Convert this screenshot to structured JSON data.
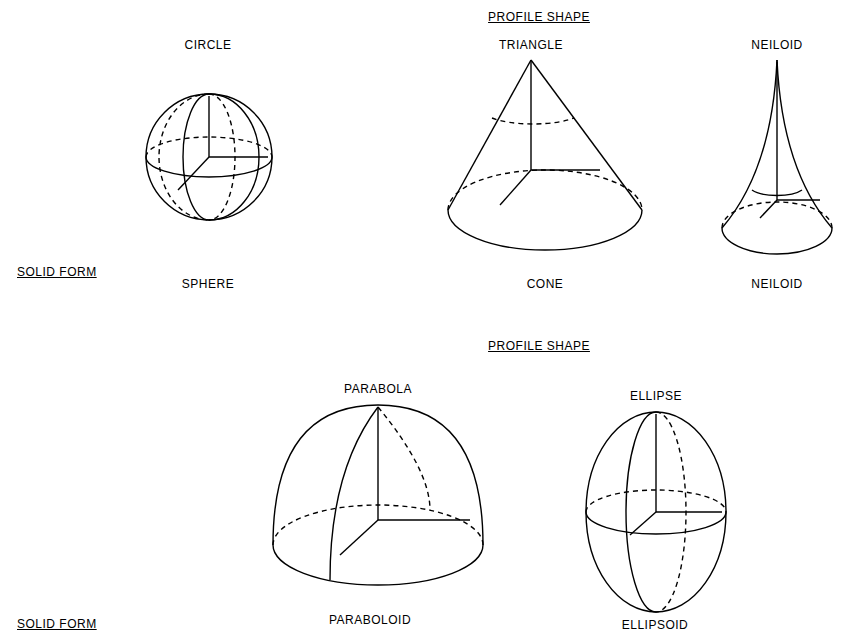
{
  "diagram": {
    "labels": [
      "PROFILE SHAPE",
      "CIRCLE",
      "TRIANGLE",
      "NEILOID",
      "SOLID FORM",
      "SPHERE",
      "CONE",
      "NEILOID",
      "PROFILE SHAPE",
      "PARABOLA",
      "ELLIPSE",
      "SOLID FORM",
      "PARABOLOID",
      "ELLIPSOID"
    ]
  }
}
